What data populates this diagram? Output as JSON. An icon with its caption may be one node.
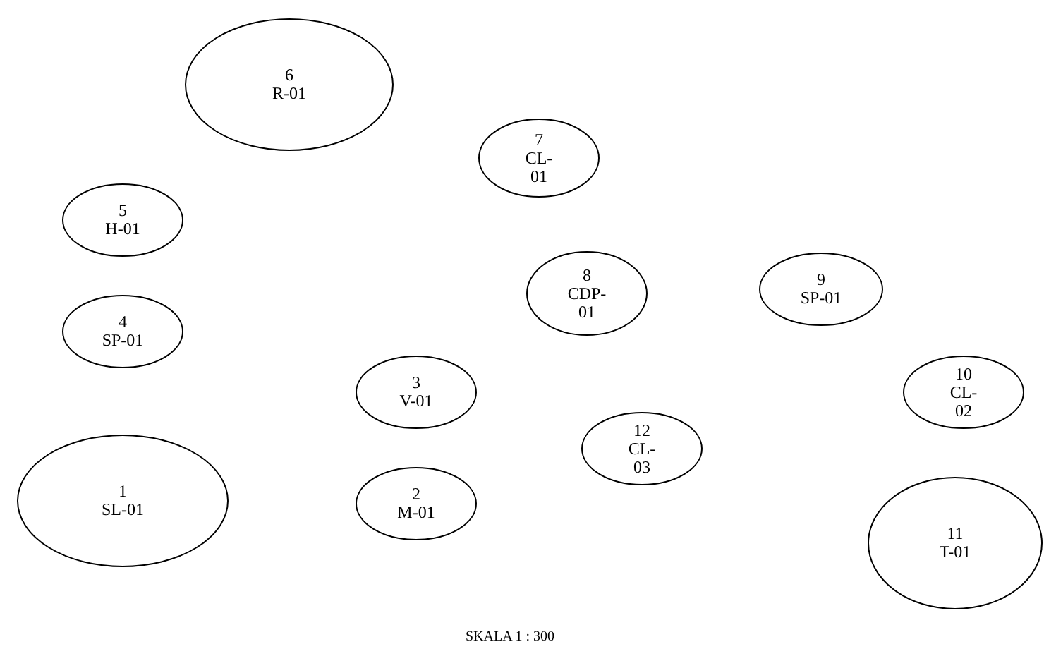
{
  "diagram": {
    "nodes": [
      {
        "text": [
          "6",
          "R-01"
        ]
      },
      {
        "text": [
          "7",
          "CL-01"
        ]
      },
      {
        "text": [
          "5",
          "H-01"
        ]
      },
      {
        "text": [
          "8",
          "CDP-01"
        ]
      },
      {
        "text": [
          "9",
          "SP-01"
        ]
      },
      {
        "text": [
          "4",
          "SP-01"
        ]
      },
      {
        "text": [
          "3",
          "V-01"
        ]
      },
      {
        "text": [
          "10",
          "CL-02"
        ]
      },
      {
        "text": [
          "12",
          "CL-03"
        ]
      },
      {
        "text": [
          "1",
          "SL-01"
        ]
      },
      {
        "text": [
          "2",
          "M-01"
        ]
      },
      {
        "text": [
          "11",
          "T-01"
        ]
      }
    ],
    "labels": [
      "SKALA 1 : 300"
    ]
  }
}
